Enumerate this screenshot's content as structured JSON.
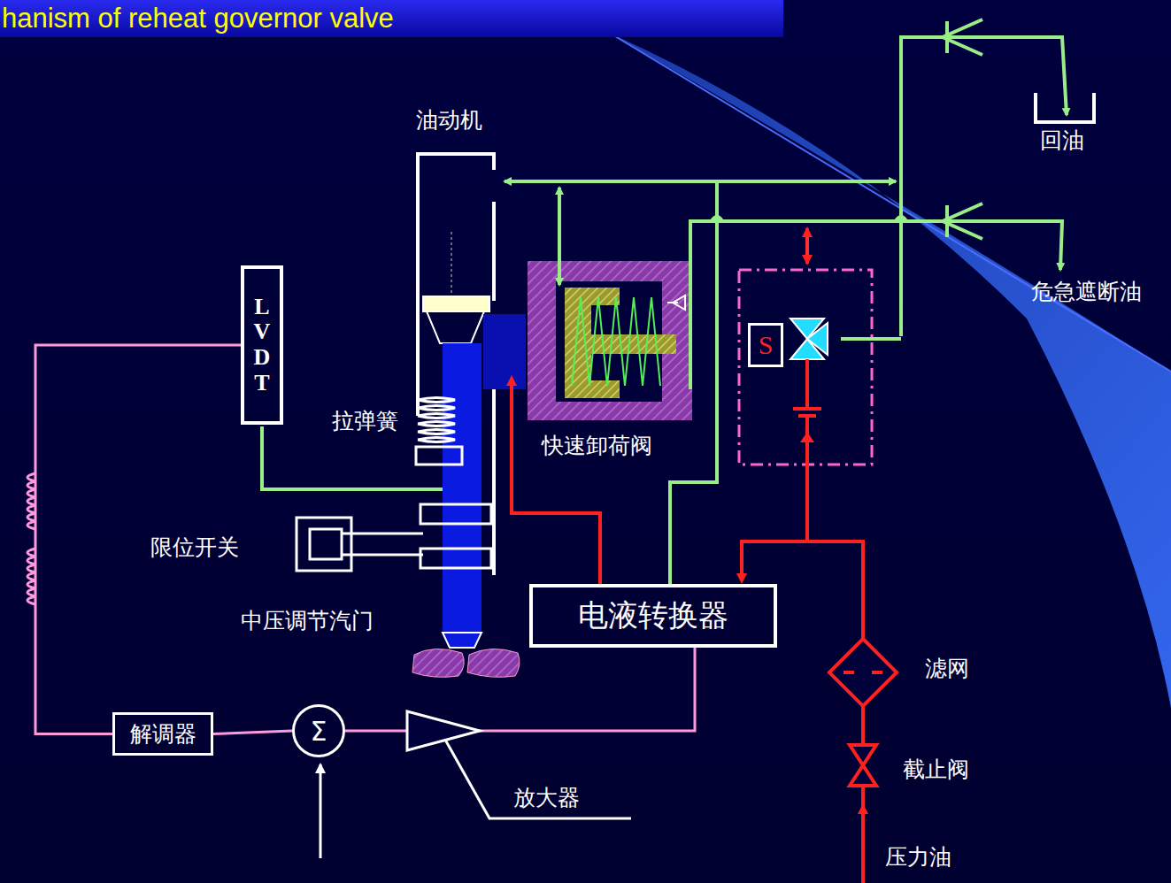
{
  "diagram": {
    "title": "hanism of reheat governor valve",
    "nodes": [
      {
        "text": [
          "LVDT"
        ]
      },
      {
        "text": [
          "解调器"
        ]
      },
      {
        "text": [
          "Σ"
        ]
      },
      {
        "text": [
          "电液转换器"
        ]
      },
      {
        "text": [
          "S"
        ]
      }
    ],
    "edges": [
      {
        "from": 0,
        "to": 1,
        "arrow": "none"
      },
      {
        "from": 1,
        "to": 2,
        "arrow": "none"
      },
      {
        "from": 2,
        "to": 3,
        "arrow": "none"
      }
    ],
    "labels": [
      "油动机",
      "拉弹簧",
      "快速卸荷阀",
      "限位开关",
      "中压调节汽门",
      "放大器",
      "回油",
      "危急遮断油",
      "滤网",
      "截止阀",
      "压力油"
    ]
  }
}
